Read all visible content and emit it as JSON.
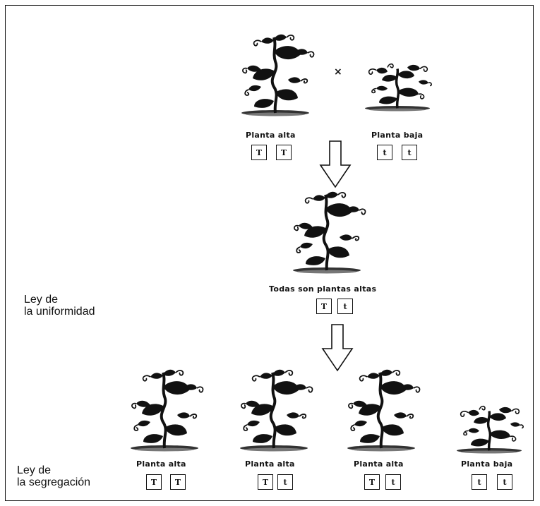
{
  "cross_symbol": "×",
  "parents": {
    "tall": {
      "caption": "Planta alta",
      "genes": [
        "T",
        "T"
      ]
    },
    "short": {
      "caption": "Planta baja",
      "genes": [
        "t",
        "t"
      ]
    }
  },
  "f1": {
    "caption": "Todas son plantas altas",
    "genes": [
      "T",
      "t"
    ]
  },
  "f2": [
    {
      "caption": "Planta alta",
      "genes": [
        "T",
        "T"
      ]
    },
    {
      "caption": "Planta alta",
      "genes": [
        "T",
        "t"
      ]
    },
    {
      "caption": "Planta alta",
      "genes": [
        "T",
        "t"
      ]
    },
    {
      "caption": "Planta baja",
      "genes": [
        "t",
        "t"
      ]
    }
  ],
  "laws": {
    "uniformity": {
      "line1": "Ley de",
      "line2": "la uniformidad"
    },
    "segregation": {
      "line1": "Ley de",
      "line2": "la segregación"
    }
  },
  "icons": {
    "tall_plant": "tall-pea-plant-icon",
    "short_plant": "short-pea-plant-icon",
    "arrow": "down-arrow-icon"
  }
}
